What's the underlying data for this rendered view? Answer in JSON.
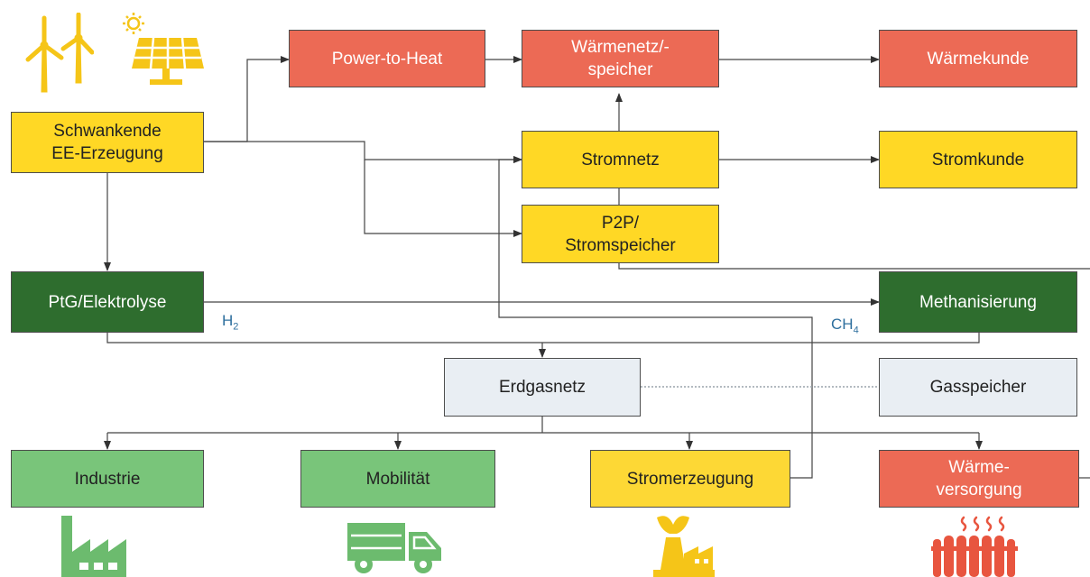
{
  "nodes": {
    "ee": "Schwankende\nEE-Erzeugung",
    "p2h": "Power-to-Heat",
    "waermenetz": "Wärmenetz/-\nspeicher",
    "waermekunde": "Wärmekunde",
    "stromnetz": "Stromnetz",
    "stromkunde": "Stromkunde",
    "p2p": "P2P/\nStromspeicher",
    "ptg": "PtG/Elektrolyse",
    "methan": "Methanisierung",
    "erdgasnetz": "Erdgasnetz",
    "gasspeicher": "Gasspeicher",
    "industrie": "Industrie",
    "mobilitaet": "Mobilität",
    "stromerzeugung": "Stromerzeugung",
    "waermeversorgung": "Wärme-\nversorgung"
  },
  "gas_labels": {
    "h2_main": "H",
    "h2_sub": "2",
    "ch4_main": "CH",
    "ch4_sub": "4"
  },
  "colors": {
    "heat": "#ec6a55",
    "power": "#ffd825",
    "gas_dark": "#2e6d2e",
    "gas_light": "#79c57a",
    "network": "#e9eef3",
    "icon_yellow": "#f5c518",
    "icon_red": "#e8553f",
    "icon_green": "#6cbb6e"
  },
  "icons": [
    "wind-turbines-icon",
    "solar-panel-icon",
    "factory-icon",
    "truck-icon",
    "power-plant-icon",
    "radiator-icon"
  ]
}
